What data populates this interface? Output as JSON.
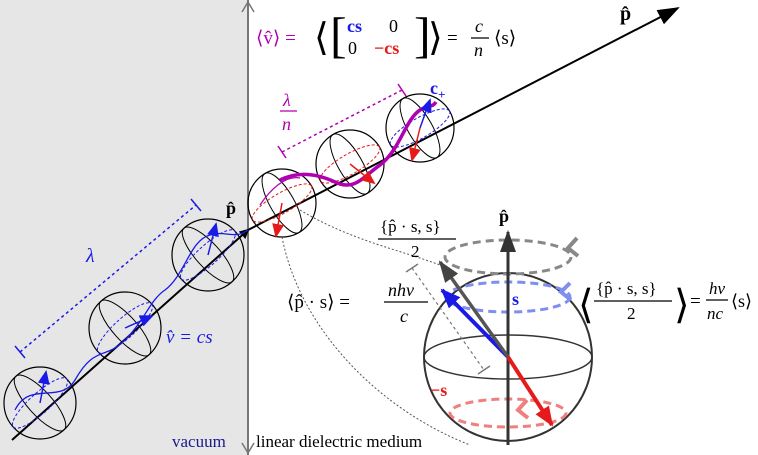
{
  "regions": {
    "left": "vacuum",
    "right": "linear dielectric medium"
  },
  "labels": {
    "p_hat_top": "p̂",
    "p_hat_mid": "p̂",
    "p_hat_sphere": "p̂",
    "lambda": "λ",
    "lambda_n_num": "λ",
    "lambda_n_den": "n",
    "v_eq": "v̂ = cs",
    "c_plus": "c",
    "c_plus_sub": "+",
    "s": "s",
    "minus_s": "−s"
  },
  "equations": {
    "velocity": {
      "lhs": "⟨v̂⟩ =",
      "matrix_r1c1": "cs",
      "matrix_r1c2": "0",
      "matrix_r2c1": "0",
      "matrix_r2c2": "−cs",
      "rhs": "=",
      "frac_num": "c",
      "frac_den": "n",
      "rhs_tail": "⟨s⟩"
    },
    "anticomm": {
      "num": "{p̂ · s, s}",
      "den": "2"
    },
    "helicity": {
      "lhs": "⟨p̂ · s⟩ =",
      "num": "nhν",
      "den": "c"
    },
    "mean_anticomm": {
      "num": "{p̂ · s, s}",
      "den": "2",
      "eq": "=",
      "rnum": "hν",
      "rden": "nc",
      "tail": "⟨s⟩"
    }
  },
  "colors": {
    "vacuum_bg": "#e6e6e6",
    "blue": "#1a1ae6",
    "red": "#e61a1a",
    "magenta": "#b000b0",
    "axis": "#333333",
    "dark_gray": "#555555",
    "light_blue": "#7f8ff0",
    "light_red": "#f07f7f",
    "gray_dashed": "#888888"
  }
}
